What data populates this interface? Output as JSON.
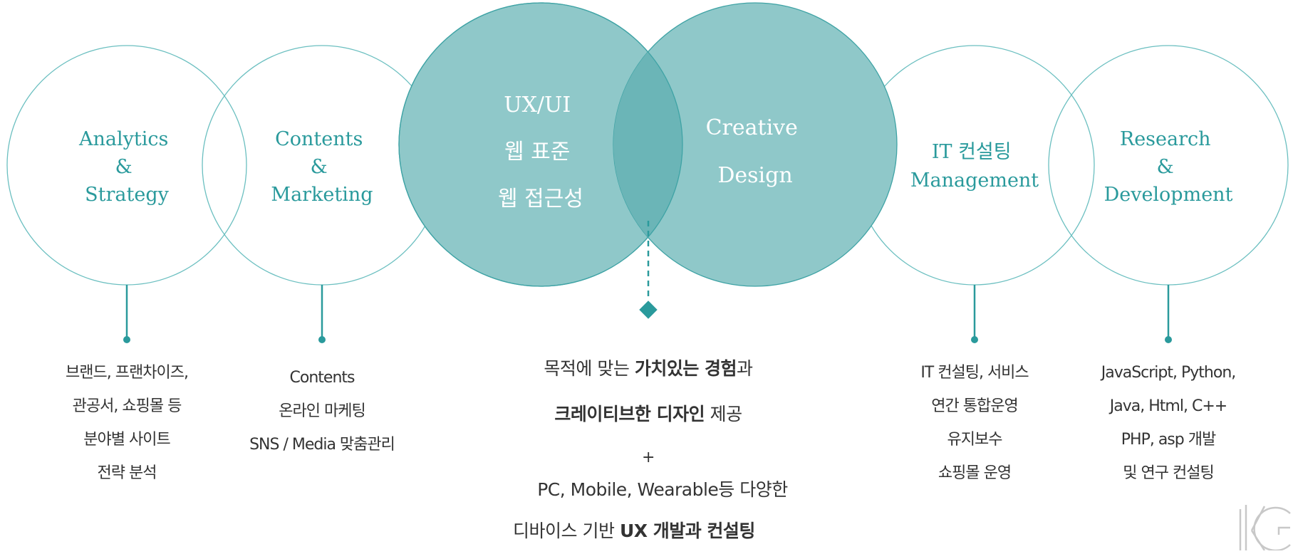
{
  "circles": [
    {
      "id": "analytics",
      "lines": [
        "Analytics",
        "&",
        "Strategy"
      ],
      "style": "outline"
    },
    {
      "id": "contents",
      "lines": [
        "Contents",
        "&",
        "Marketing"
      ],
      "style": "outline"
    },
    {
      "id": "uxui",
      "lines": [
        "UX/UI",
        "웹 표준",
        "웹 접근성"
      ],
      "style": "filled"
    },
    {
      "id": "creative",
      "lines": [
        "Creative",
        "Design"
      ],
      "style": "filled"
    },
    {
      "id": "it",
      "lines": [
        "IT 컨설팅",
        "Management"
      ],
      "style": "outline"
    },
    {
      "id": "research",
      "lines": [
        "Research",
        "&",
        "Development"
      ],
      "style": "outline"
    }
  ],
  "descriptions": {
    "analytics": [
      "브랜드, 프랜차이즈,",
      "관공서, 쇼핑몰 등",
      "분야별 사이트",
      "전략 분석"
    ],
    "contents": [
      "Contents",
      "온라인 마케팅",
      "SNS / Media 맞춤관리"
    ],
    "it": [
      "IT 컨설팅, 서비스",
      "연간 통합운영",
      "유지보수",
      "쇼핑몰 운영"
    ],
    "research": [
      "JavaScript,  Python,",
      "Java, Html, C++",
      "PHP, asp 개발",
      "및 연구 컨설팅"
    ]
  },
  "center": {
    "line1_pre": "목적에 맞는 ",
    "line1_bold": "가치있는 경험",
    "line1_post": "과",
    "line2_bold": "크레이티브한 디자인",
    "line2_post": " 제공",
    "plus": "+",
    "line3": "PC, Mobile, Wearable등  다양한",
    "line4_pre": "디바이스 기반 ",
    "line4_bold": "UX 개발과 컨설팅"
  },
  "colors": {
    "teal": "#2a9a9c",
    "fill": "#8fc8c9",
    "overlap": "#6bb5b7",
    "outline": "#6bbfc0"
  }
}
